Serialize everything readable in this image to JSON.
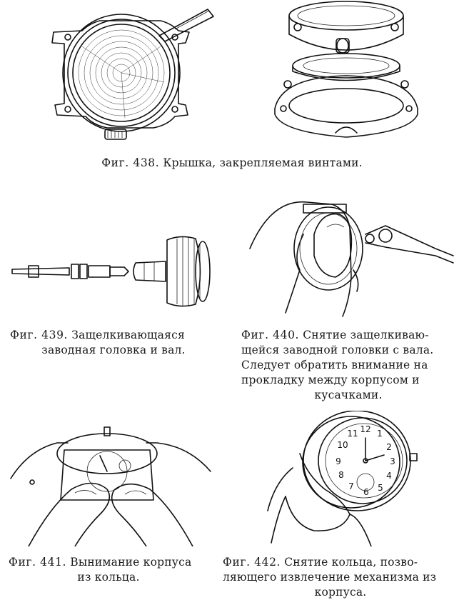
{
  "figures": {
    "fig438": {
      "label": "Фиг. 438.",
      "caption": "Крышка, закрепляемая винтами."
    },
    "fig439": {
      "label": "Фиг. 439.",
      "caption_lines": [
        "Защелкивающаяся",
        "заводная головка и вал."
      ]
    },
    "fig440": {
      "label": "Фиг. 440.",
      "caption_lines": [
        "Снятие защелкиваю-",
        "щейся заводной головки с вала.",
        "Следует обратить внимание на",
        "прокладку между корпусом и",
        "кусачками."
      ]
    },
    "fig441": {
      "label": "Фиг. 441.",
      "caption_lines": [
        "Вынимание корпуса",
        "из кольца."
      ]
    },
    "fig442": {
      "label": "Фиг. 442.",
      "caption_lines": [
        "Снятие кольца, позво-",
        "ляющего извлечение механизма из",
        "корпуса."
      ],
      "dial_numbers": [
        "12",
        "1",
        "2",
        "3",
        "4",
        "5",
        "6",
        "7",
        "8",
        "9",
        "10",
        "11"
      ]
    }
  }
}
